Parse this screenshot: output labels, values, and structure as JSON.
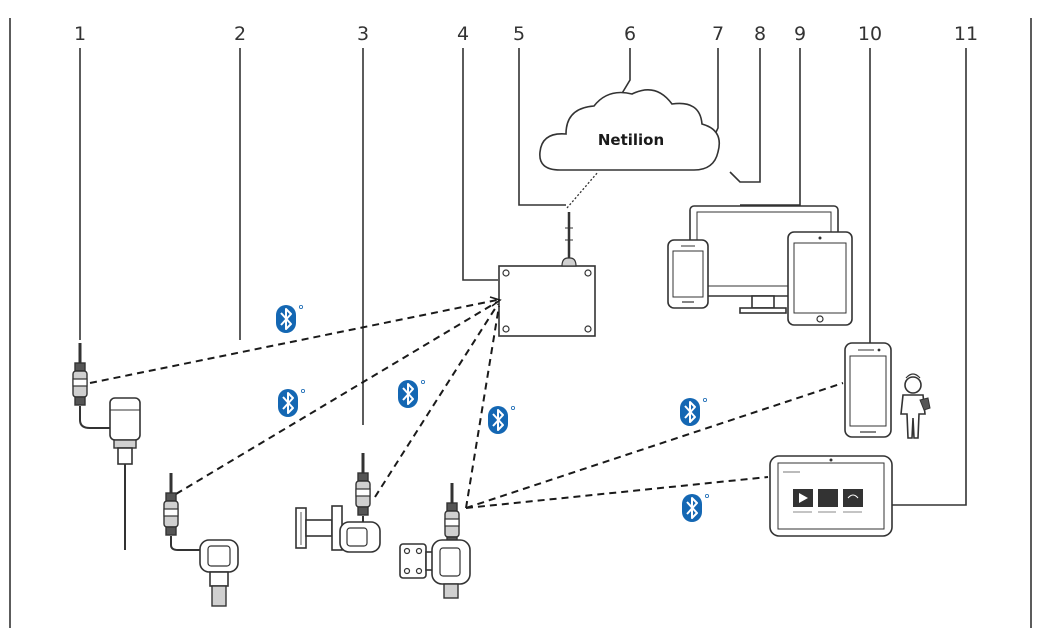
{
  "callouts": [
    "1",
    "2",
    "3",
    "4",
    "5",
    "6",
    "7",
    "8",
    "9",
    "10",
    "11"
  ],
  "cloud": {
    "label": "Netilion"
  },
  "colors": {
    "bluetooth": "#1467b3",
    "line": "#1a1a1a",
    "frame": "#333333"
  }
}
